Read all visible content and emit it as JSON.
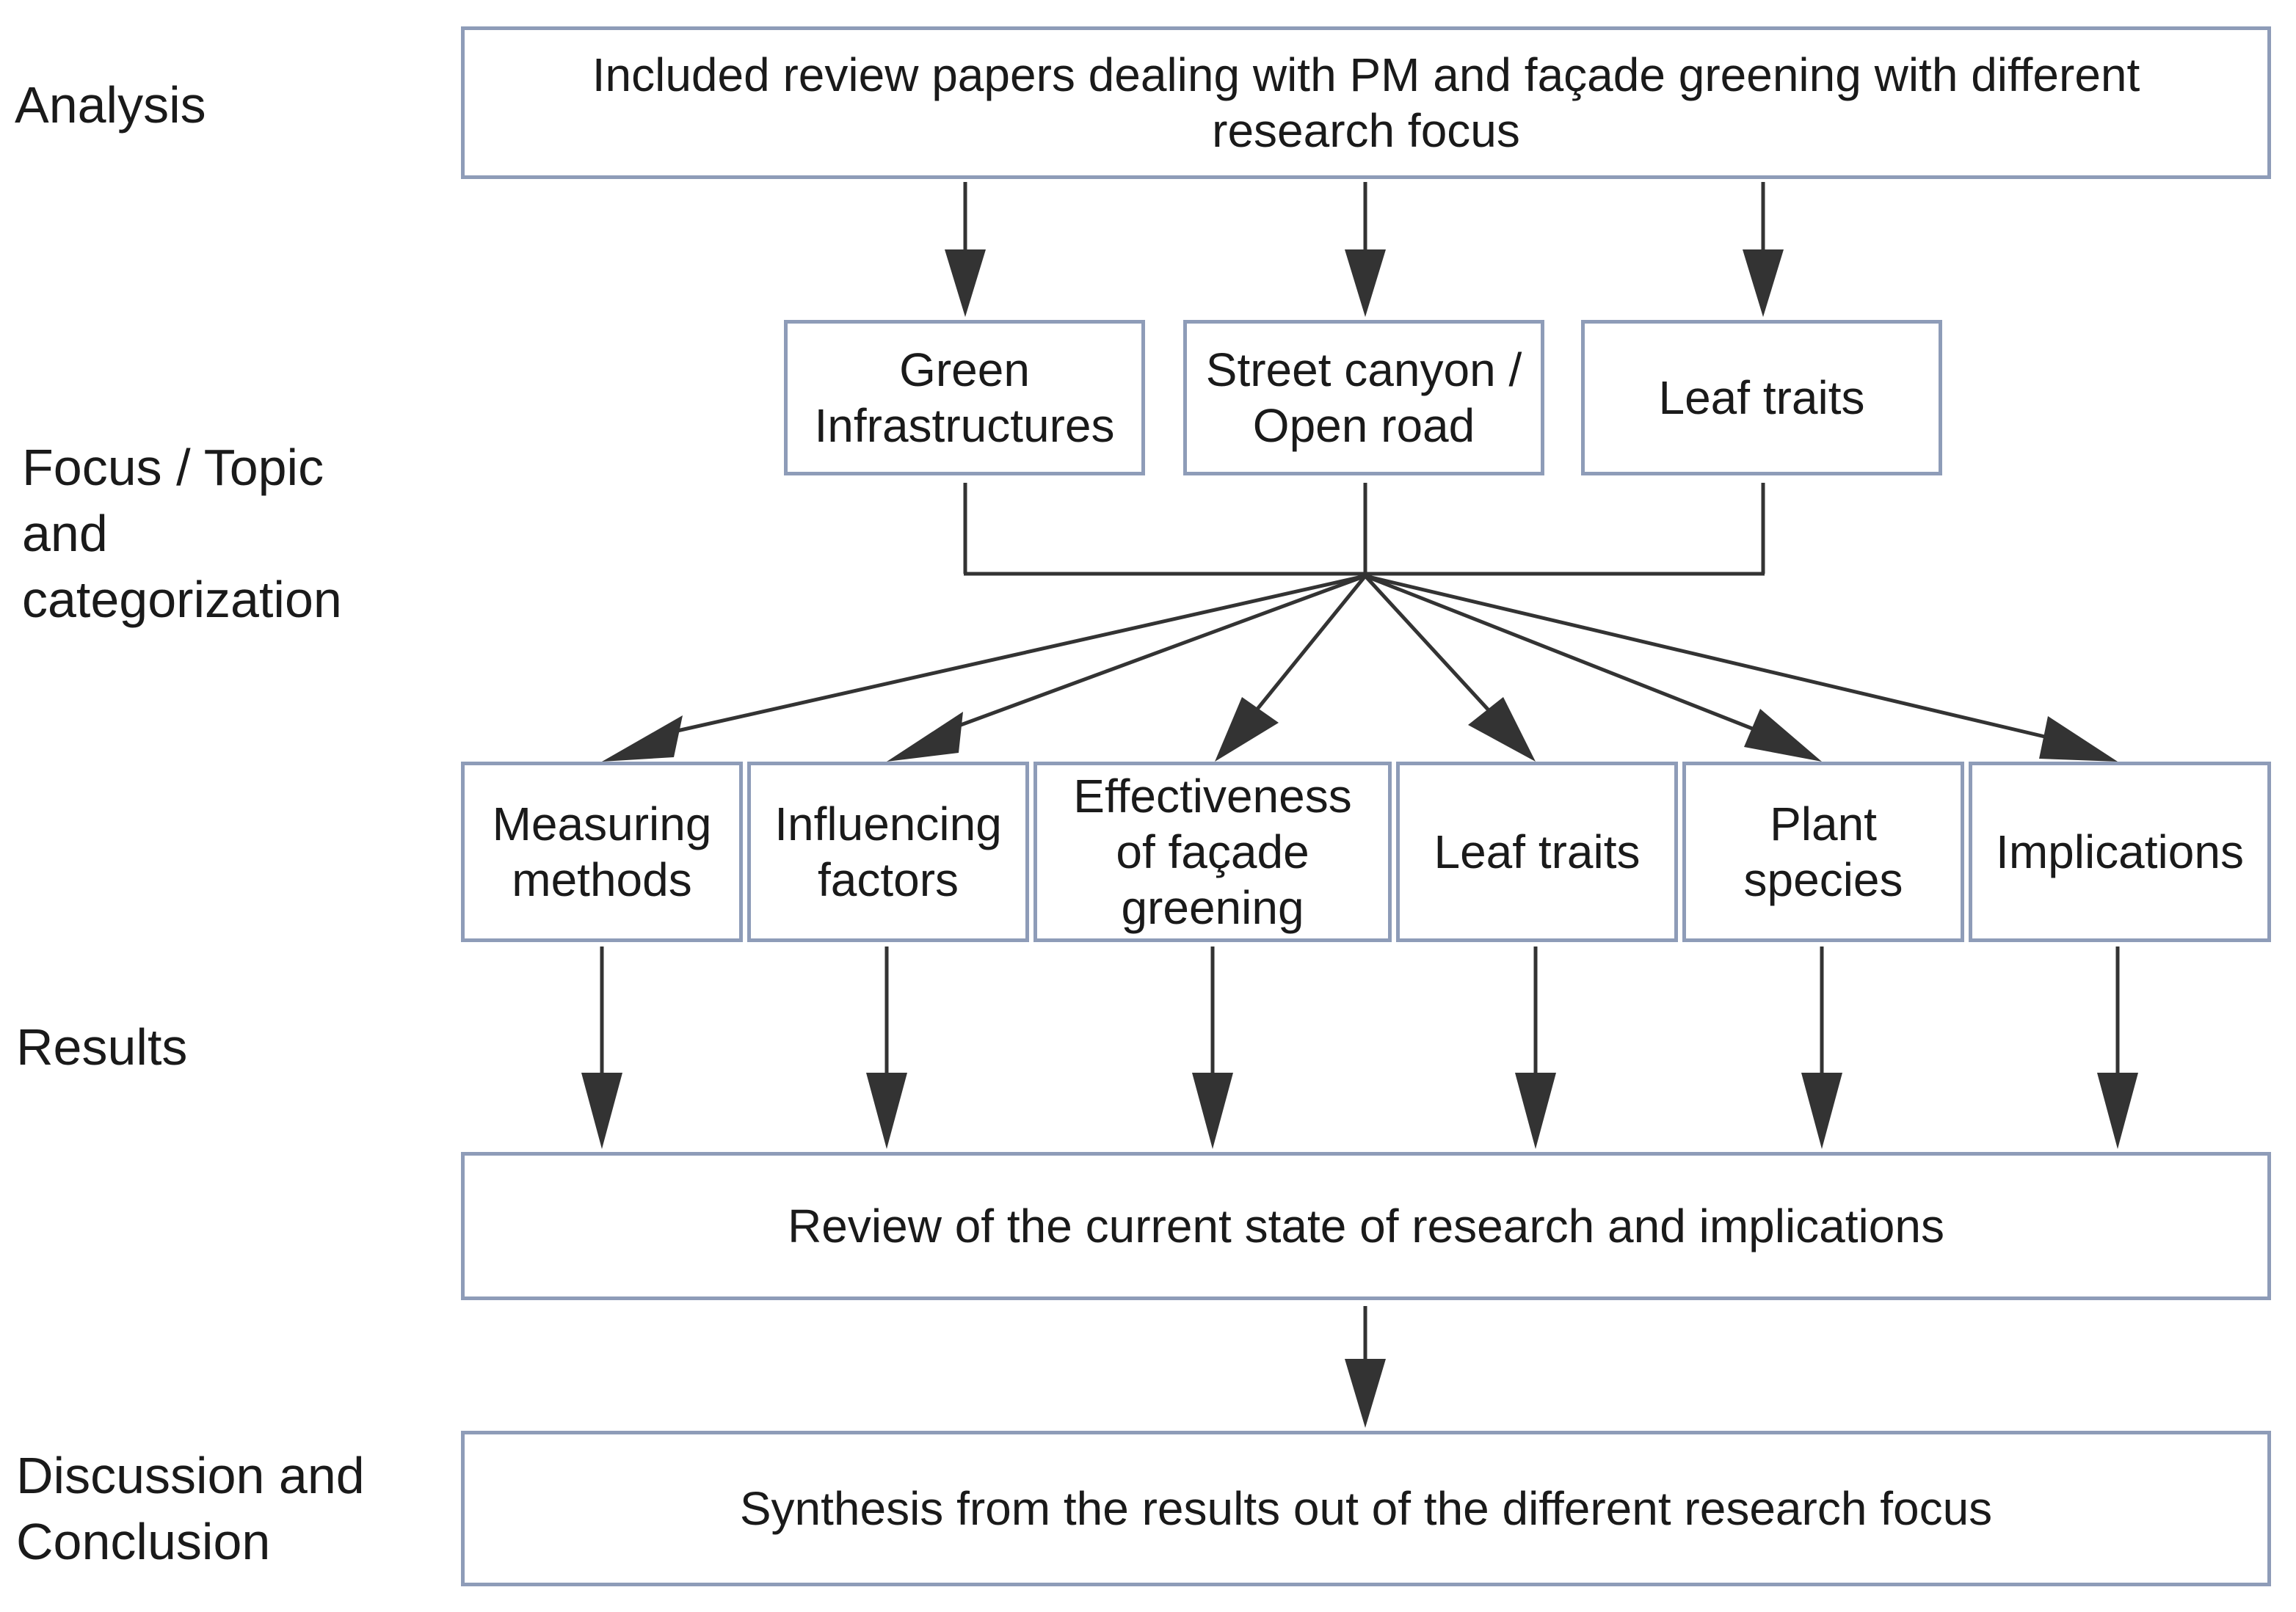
{
  "stages": {
    "analysis": "Analysis",
    "focus": "Focus / Topic\nand\ncategorization",
    "results": "Results",
    "discussion": "Discussion and\nConclusion"
  },
  "top_box": "Included review papers dealing with PM and façade greening with different\nresearch focus",
  "focus_topics": [
    "Green\nInfrastructures",
    "Street canyon /\nOpen road",
    "Leaf traits"
  ],
  "result_categories": [
    "Measuring\nmethods",
    "Influencing\nfactors",
    "Effectiveness\nof façade\ngreening",
    "Leaf traits",
    "Plant\nspecies",
    "Implications"
  ],
  "review_box": "Review of the current state of research and implications",
  "synthesis_box": "Synthesis from the results out of the different research focus",
  "colors": {
    "box_border": "#8e9cb8",
    "line": "#333333",
    "text": "#1a1a1a"
  }
}
